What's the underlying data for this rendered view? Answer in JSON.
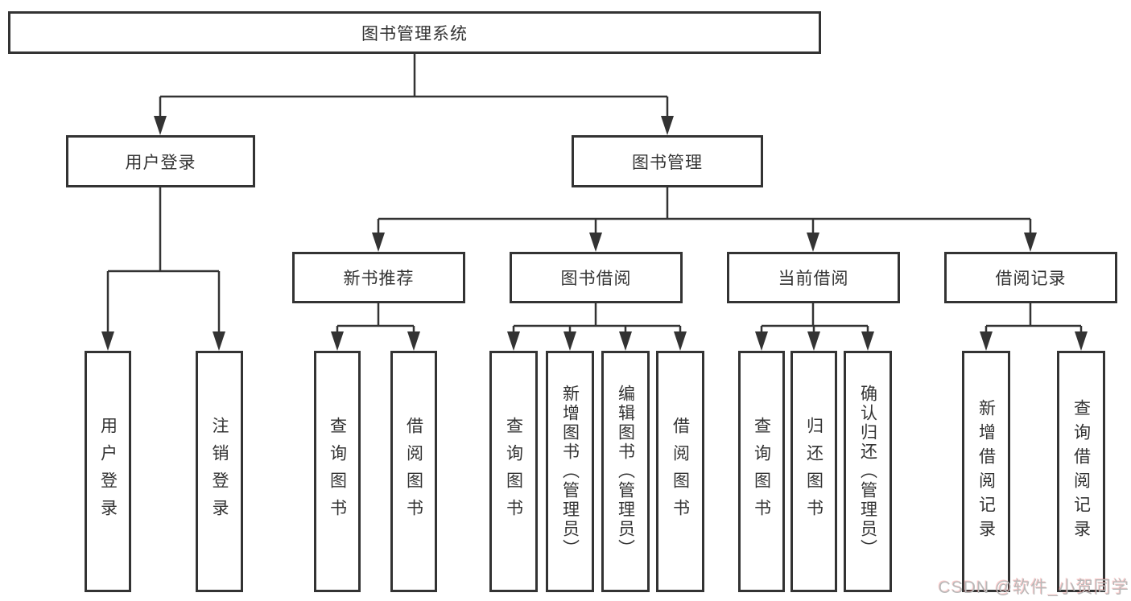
{
  "tree": {
    "root": {
      "label": "图书管理系统"
    },
    "children": [
      {
        "label": "用户登录",
        "children": [
          {
            "label": "用户登录"
          },
          {
            "label": "注销登录"
          }
        ]
      },
      {
        "label": "图书管理",
        "children": [
          {
            "label": "新书推荐",
            "children": [
              {
                "label": "查询图书"
              },
              {
                "label": "借阅图书"
              }
            ]
          },
          {
            "label": "图书借阅",
            "children": [
              {
                "label": "查询图书"
              },
              {
                "label": "新增图书（管理员）"
              },
              {
                "label": "编辑图书（管理员）"
              },
              {
                "label": "借阅图书"
              }
            ]
          },
          {
            "label": "当前借阅",
            "children": [
              {
                "label": "查询图书"
              },
              {
                "label": "归还图书"
              },
              {
                "label": "确认归还（管理员）"
              }
            ]
          },
          {
            "label": "借阅记录",
            "children": [
              {
                "label": "新增借阅记录"
              },
              {
                "label": "查询借阅记录"
              }
            ]
          }
        ]
      }
    ]
  },
  "watermark": {
    "text": "CSDN @软件_小贺同学"
  },
  "colors": {
    "line": "#333333",
    "text": "#333333",
    "background": "#ffffff",
    "watermark": "#b9b9b9"
  }
}
